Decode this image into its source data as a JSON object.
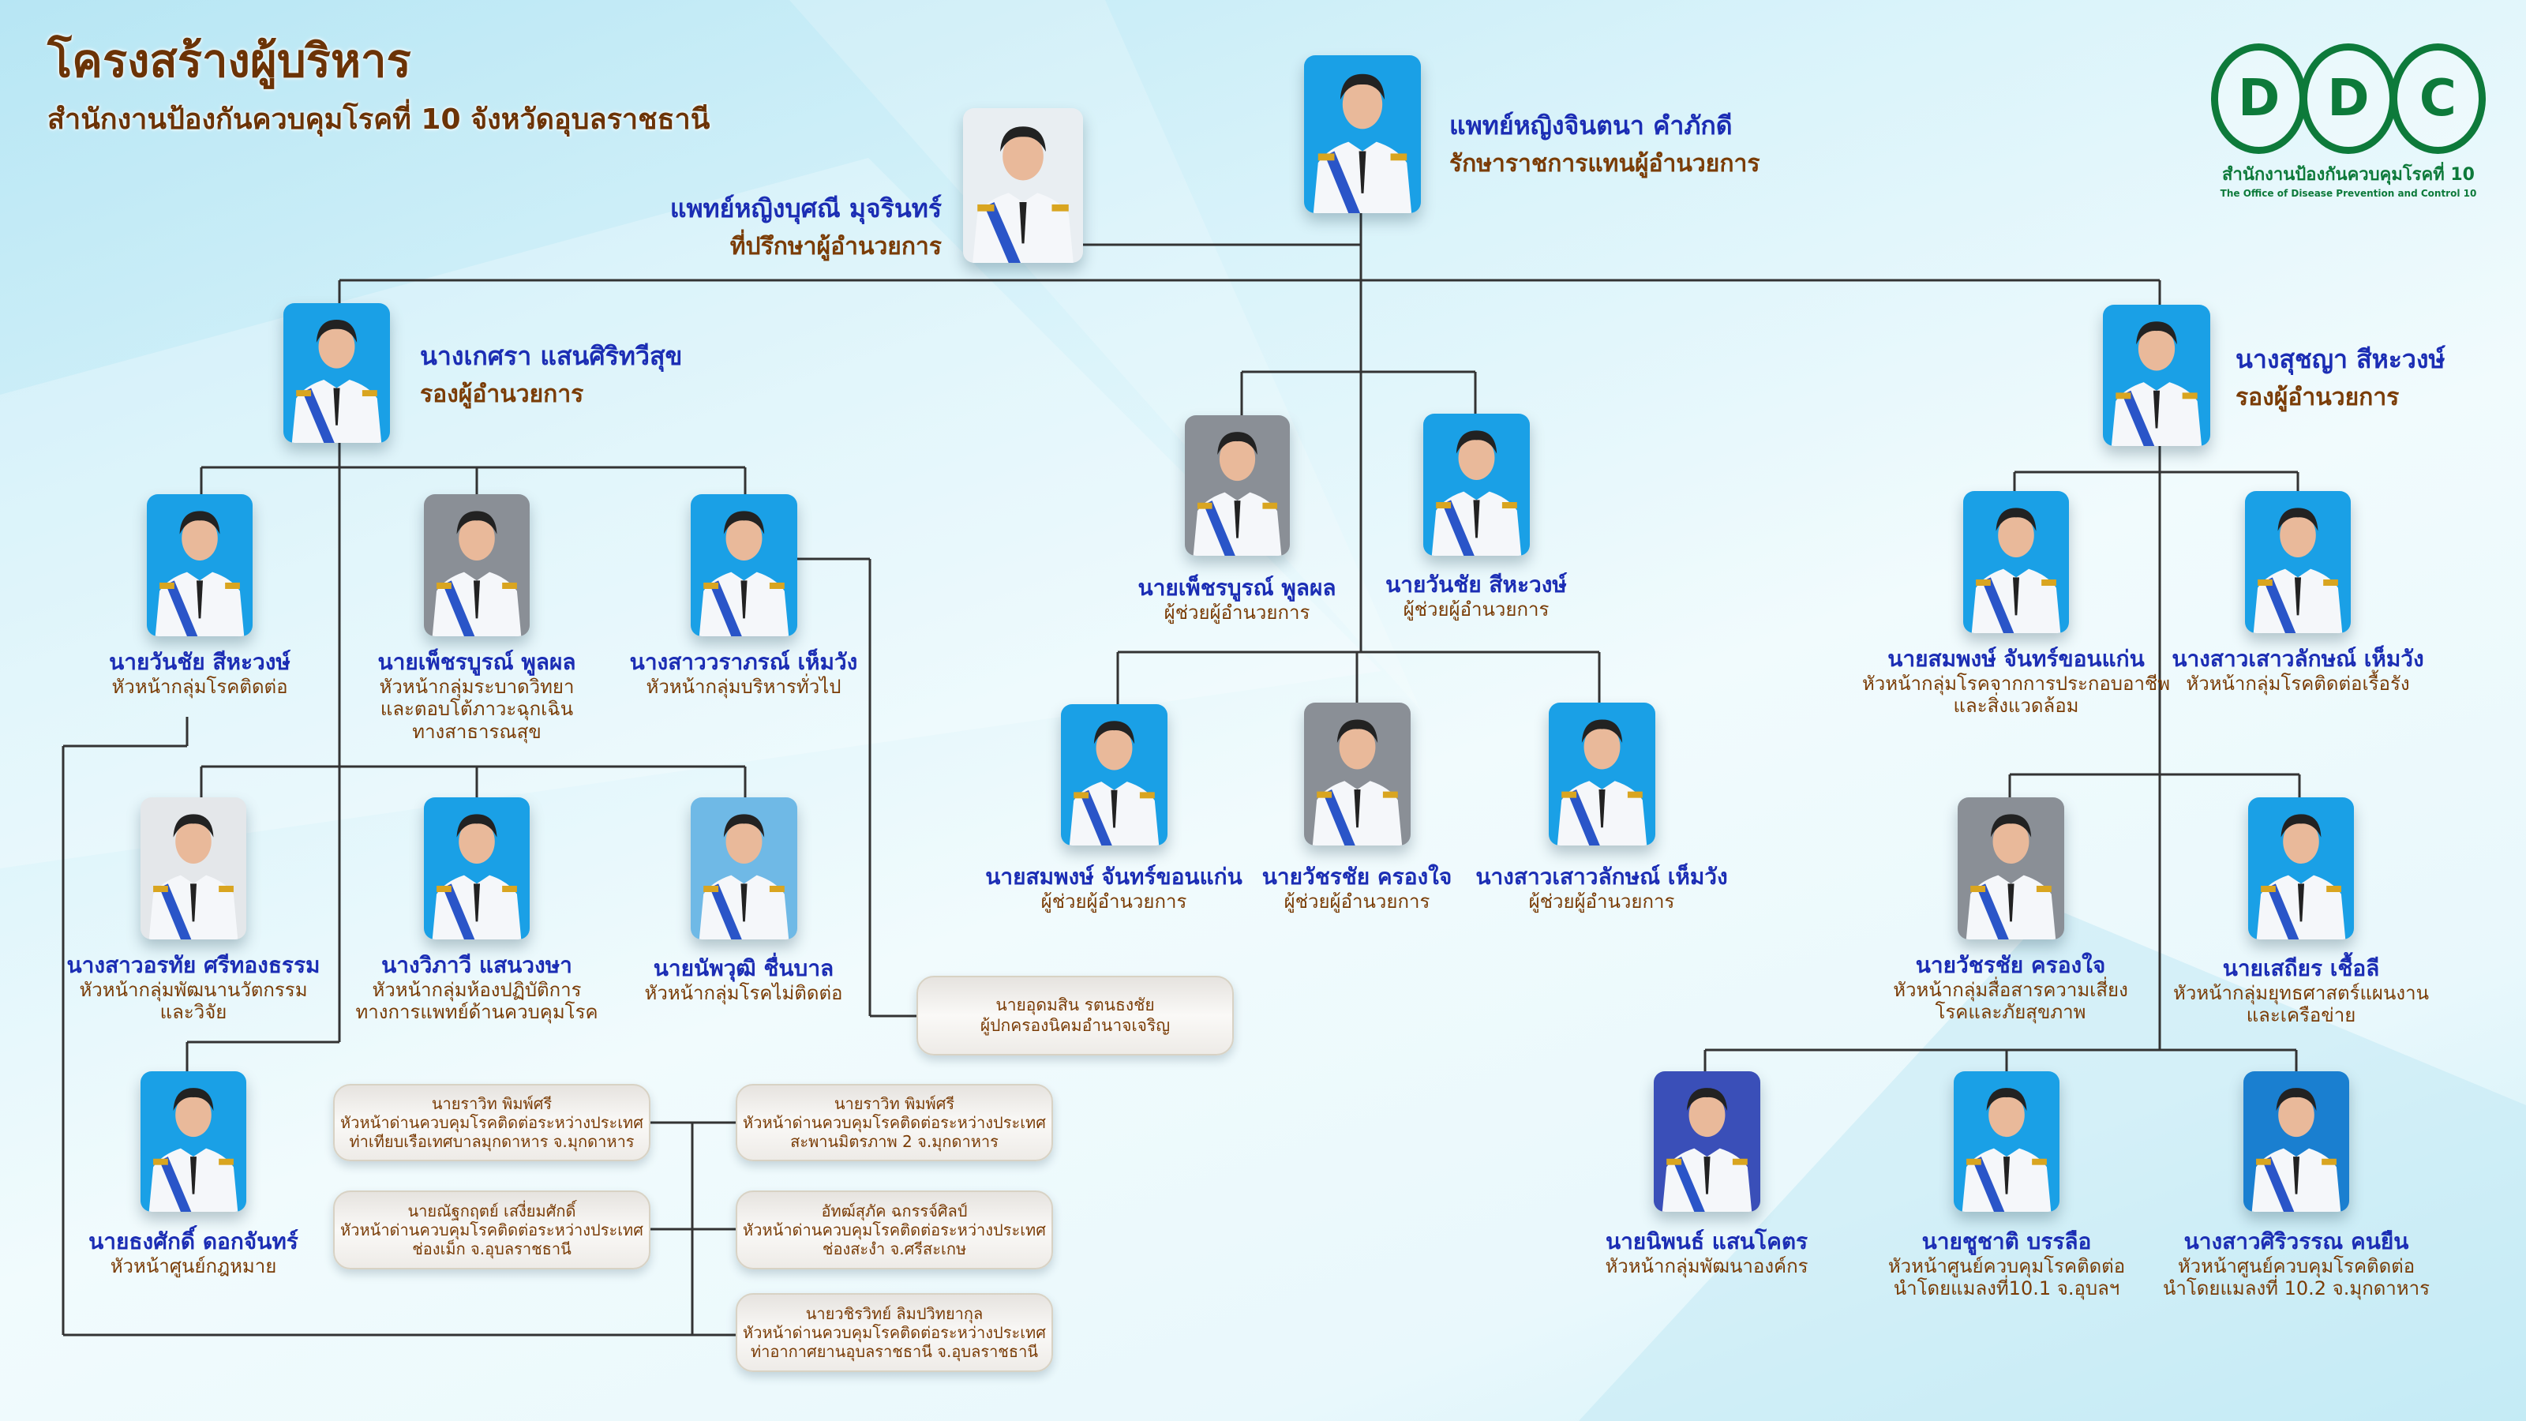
{
  "header": {
    "title": "โครงสร้างผู้บริหาร",
    "subtitle": "สำนักงานป้องกันควบคุมโรคที่ 10 จังหวัดอุบลราชธานี"
  },
  "logo": {
    "letters": [
      "D",
      "D",
      "C"
    ],
    "thai": "สำนักงานป้องกันควบคุมโรคที่ 10",
    "english": "The Office of Disease Prevention and Control 10",
    "color": "#0d7a3a"
  },
  "colors": {
    "name": "#1b2db4",
    "role": "#7a3c06",
    "line": "#333333"
  },
  "people": [
    {
      "name": "แพทย์หญิงจินตนา คำภักดี",
      "role": [
        "รักษาราชการแทนผู้อำนวยการ"
      ]
    },
    {
      "name": "แพทย์หญิงบุศณี มุจรินทร์",
      "role": [
        "ที่ปรึกษาผู้อำนวยการ"
      ]
    },
    {
      "name": "นางเกศรา แสนศิริทวีสุข",
      "role": [
        "รองผู้อำนวยการ"
      ]
    },
    {
      "name": "นางสุชญา สีหะวงษ์",
      "role": [
        "รองผู้อำนวยการ"
      ]
    },
    {
      "name": "นายเพ็ชรบูรณ์ พูลผล",
      "role": [
        "ผู้ช่วยผู้อำนวยการ"
      ]
    },
    {
      "name": "นายวันชัย สีหะวงษ์",
      "role": [
        "ผู้ช่วยผู้อำนวยการ"
      ]
    },
    {
      "name": "นายสมพงษ์ จันทร์ขอนแก่น",
      "role": [
        "ผู้ช่วยผู้อำนวยการ"
      ]
    },
    {
      "name": "นายวัชรชัย ครองใจ",
      "role": [
        "ผู้ช่วยผู้อำนวยการ"
      ]
    },
    {
      "name": "นางสาวเสาวลักษณ์ เห็มวัง",
      "role": [
        "ผู้ช่วยผู้อำนวยการ"
      ]
    },
    {
      "name": "นายวันชัย สีหะวงษ์",
      "role": [
        "หัวหน้ากลุ่มโรคติดต่อ"
      ]
    },
    {
      "name": "นายเพ็ชรบูรณ์ พูลผล",
      "role": [
        "หัวหน้ากลุ่มระบาดวิทยา",
        "และตอบโต้ภาวะฉุกเฉิน",
        "ทางสาธารณสุข"
      ]
    },
    {
      "name": "นางสาววราภรณ์ เห็มวัง",
      "role": [
        "หัวหน้ากลุ่มบริหารทั่วไป"
      ]
    },
    {
      "name": "นางสาวอรทัย ศรีทองธรรม",
      "role": [
        "หัวหน้ากลุ่มพัฒนานวัตกรรม",
        "และวิจัย"
      ]
    },
    {
      "name": "นางวิภาวี แสนวงษา",
      "role": [
        "หัวหน้ากลุ่มห้องปฏิบัติการ",
        "ทางการแพทย์ด้านควบคุมโรค"
      ]
    },
    {
      "name": "นายนัพวุฒิ ชื่นบาล",
      "role": [
        "หัวหน้ากลุ่มโรคไม่ติดต่อ"
      ]
    },
    {
      "name": "นายธงศักดิ์ ดอกจันทร์",
      "role": [
        "หัวหน้าศูนย์กฎหมาย"
      ]
    },
    {
      "name": "นายสมพงษ์ จันทร์ขอนแก่น",
      "role": [
        "หัวหน้ากลุ่มโรคจากการประกอบอาชีพ",
        "และสิ่งแวดล้อม"
      ]
    },
    {
      "name": "นางสาวเสาวลักษณ์ เห็มวัง",
      "role": [
        "หัวหน้ากลุ่มโรคติดต่อเรื้อรัง"
      ]
    },
    {
      "name": "นายวัชรชัย ครองใจ",
      "role": [
        "หัวหน้ากลุ่มสื่อสารความเสี่ยง",
        "โรคและภัยสุขภาพ"
      ]
    },
    {
      "name": "นายเสถียร เชื้อลี",
      "role": [
        "หัวหน้ากลุ่มยุทธศาสตร์แผนงาน",
        "และเครือข่าย"
      ]
    },
    {
      "name": "นายนิพนธ์ แสนโคตร",
      "role": [
        "หัวหน้ากลุ่มพัฒนาองค์กร"
      ]
    },
    {
      "name": "นายชูชาติ บรรลือ",
      "role": [
        "หัวหน้าศูนย์ควบคุมโรคติดต่อ",
        "นำโดยแมลงที่10.1 จ.อุบลฯ"
      ]
    },
    {
      "name": "นางสาวศิริวรรณ คนยืน",
      "role": [
        "หัวหน้าศูนย์ควบคุมโรคติดต่อ",
        "นำโดยแมลงที่ 10.2 จ.มุกดาหาร"
      ]
    }
  ],
  "boxes": [
    {
      "lines": [
        "นายอุดมสิน รตนธงชัย",
        "ผู้ปกครองนิคมอำนาจเจริญ"
      ]
    },
    {
      "lines": [
        "นายราวิท พิมพ์ศรี",
        "หัวหน้าด่านควบคุมโรคติดต่อระหว่างประเทศ",
        "ท่าเทียบเรือเทศบาลมุกดาหาร จ.มุกดาหาร"
      ]
    },
    {
      "lines": [
        "นายณัฐกฤตย์ เสงี่ยมศักดิ์",
        "หัวหน้าด่านควบคุมโรคติดต่อระหว่างประเทศ",
        "ช่องเม็ก จ.อุบลราชธานี"
      ]
    },
    {
      "lines": [
        "นายราวิท พิมพ์ศรี",
        "หัวหน้าด่านควบคุมโรคติดต่อระหว่างประเทศ",
        "สะพานมิตรภาพ 2 จ.มุกดาหาร"
      ]
    },
    {
      "lines": [
        "อัทฒ์สุภัค ฉกรรจ์ศิลป์",
        "หัวหน้าด่านควบคุมโรคติดต่อระหว่างประเทศ",
        "ช่องสะงำ จ.ศรีสะเกษ"
      ]
    },
    {
      "lines": [
        "นายวชิรวิทย์ ลิมปวิทยากุล",
        "หัวหน้าด่านควบคุมโรคติดต่อระหว่างประเทศ",
        "ท่าอากาศยานอุบลราชธานี จ.อุบลราชธานี"
      ]
    }
  ]
}
